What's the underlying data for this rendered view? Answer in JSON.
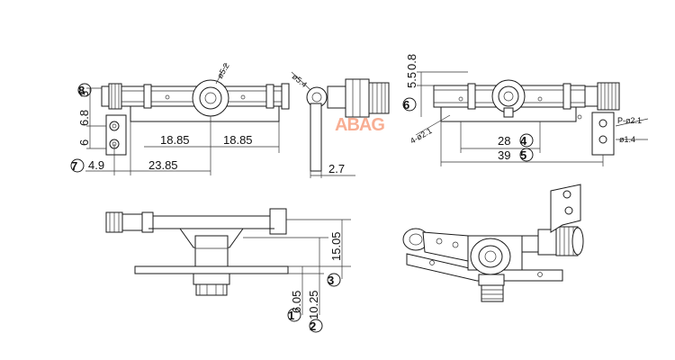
{
  "watermark": {
    "text": "ABAG",
    "color": "#f26b3a"
  },
  "callouts": [
    "8",
    "7",
    "6",
    "4",
    "5",
    "3",
    "1",
    "2"
  ],
  "dims": {
    "front_top_left_h": "6.8",
    "front_top_left_h2": "3",
    "front_bottom_left_h": "6",
    "front_left_w": "4.9",
    "front_span1": "18.85",
    "front_span2": "18.85",
    "front_overall": "23.85",
    "front_hole": "ø5.2",
    "side_hole": "ø5.4",
    "side_thk": "2.7",
    "back_h1": "5.5",
    "back_h2": "0.8",
    "back_holes": "4-ø2.1",
    "back_span": "28",
    "back_overall": "39",
    "back_p": "P-ø2.1",
    "back_hole": "ø1.4",
    "bottom_h1": "15.05",
    "bottom_h2": "6.05",
    "bottom_h3": "10.25"
  }
}
